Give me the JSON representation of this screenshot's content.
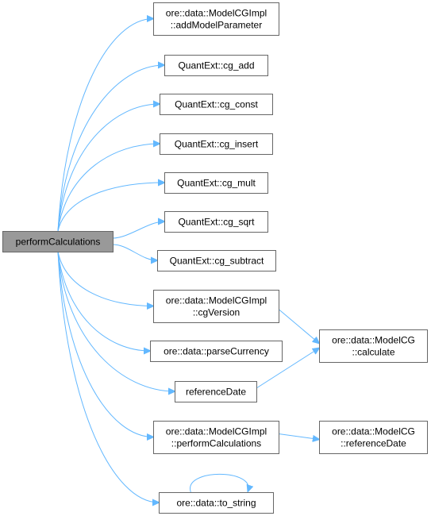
{
  "nodes": {
    "root": {
      "lines": [
        "performCalculations"
      ]
    },
    "add_model_parameter": {
      "lines": [
        "ore::data::ModelCGImpl",
        "::addModelParameter"
      ]
    },
    "cg_add": {
      "lines": [
        "QuantExt::cg_add"
      ]
    },
    "cg_const": {
      "lines": [
        "QuantExt::cg_const"
      ]
    },
    "cg_insert": {
      "lines": [
        "QuantExt::cg_insert"
      ]
    },
    "cg_mult": {
      "lines": [
        "QuantExt::cg_mult"
      ]
    },
    "cg_sqrt": {
      "lines": [
        "QuantExt::cg_sqrt"
      ]
    },
    "cg_subtract": {
      "lines": [
        "QuantExt::cg_subtract"
      ]
    },
    "cg_version": {
      "lines": [
        "ore::data::ModelCGImpl",
        "::cgVersion"
      ]
    },
    "parse_currency": {
      "lines": [
        "ore::data::parseCurrency"
      ]
    },
    "reference_date": {
      "lines": [
        "referenceDate"
      ]
    },
    "impl_perform_calculations": {
      "lines": [
        "ore::data::ModelCGImpl",
        "::performCalculations"
      ]
    },
    "to_string": {
      "lines": [
        "ore::data::to_string"
      ]
    },
    "modelcg_calculate": {
      "lines": [
        "ore::data::ModelCG",
        "::calculate"
      ]
    },
    "modelcg_reference_date": {
      "lines": [
        "ore::data::ModelCG",
        "::referenceDate"
      ]
    }
  },
  "edges": [
    {
      "from": "root",
      "to": "add_model_parameter"
    },
    {
      "from": "root",
      "to": "cg_add"
    },
    {
      "from": "root",
      "to": "cg_const"
    },
    {
      "from": "root",
      "to": "cg_insert"
    },
    {
      "from": "root",
      "to": "cg_mult"
    },
    {
      "from": "root",
      "to": "cg_sqrt"
    },
    {
      "from": "root",
      "to": "cg_subtract"
    },
    {
      "from": "root",
      "to": "cg_version"
    },
    {
      "from": "root",
      "to": "parse_currency"
    },
    {
      "from": "root",
      "to": "reference_date"
    },
    {
      "from": "root",
      "to": "impl_perform_calculations"
    },
    {
      "from": "root",
      "to": "to_string"
    },
    {
      "from": "cg_version",
      "to": "modelcg_calculate"
    },
    {
      "from": "reference_date",
      "to": "modelcg_calculate"
    },
    {
      "from": "impl_perform_calculations",
      "to": "modelcg_reference_date"
    },
    {
      "from": "to_string",
      "to": "to_string"
    }
  ],
  "colors": {
    "edge": "#63b8ff",
    "root_fill": "#999999",
    "node_border": "#666666",
    "node_fill": "#ffffff"
  }
}
